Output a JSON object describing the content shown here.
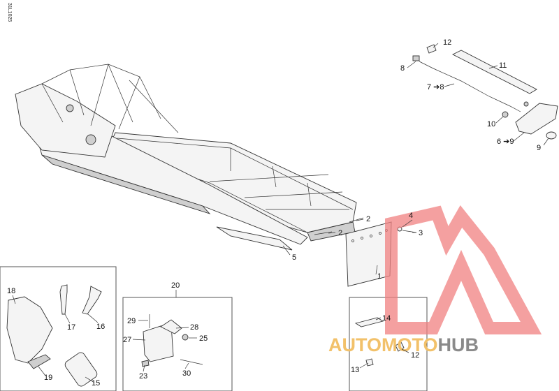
{
  "reference_code": "31L1025",
  "callouts": {
    "c1": "1",
    "c2a": "2",
    "c2b": "2",
    "c3": "3",
    "c4": "4",
    "c5": "5",
    "c6": "6",
    "c6to": "9",
    "c7": "7",
    "c7to": "8",
    "c8": "8",
    "c9": "9",
    "c10": "10",
    "c11": "11",
    "c12a": "12",
    "c12b": "12",
    "c13": "13",
    "c14": "14",
    "c15": "15",
    "c16": "16",
    "c17": "17",
    "c18": "18",
    "c19": "19",
    "c20": "20",
    "c23": "23",
    "c25": "25",
    "c27": "27",
    "c28": "28",
    "c29": "29",
    "c30": "30"
  },
  "watermark": {
    "part1": "AUTO",
    "part2": "MOTO",
    "part3": "HUB"
  },
  "colors": {
    "watermark_red": "#f08080",
    "watermark_gold": "#f2c16a",
    "watermark_gray": "#8a8a8a"
  }
}
